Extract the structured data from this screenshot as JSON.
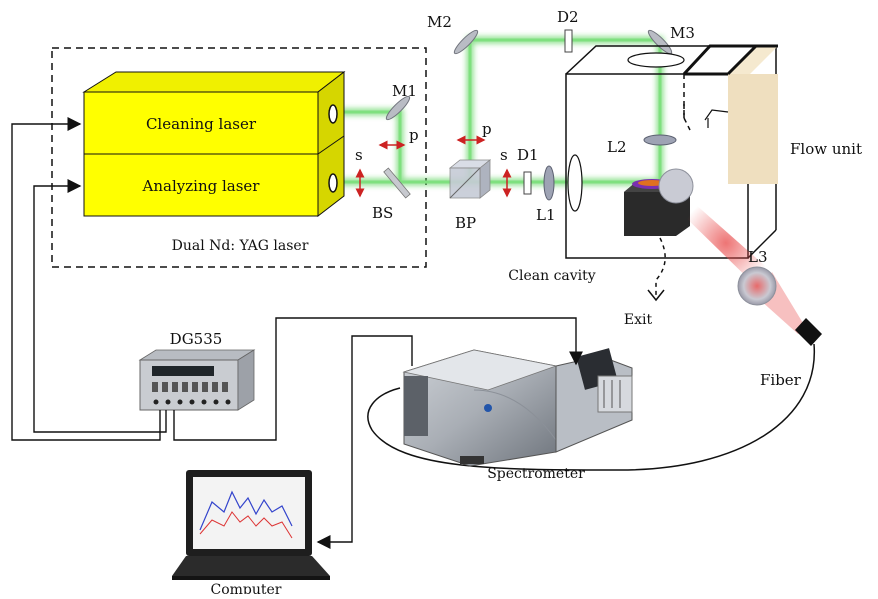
{
  "labels": {
    "cleaning_laser": "Cleaning laser",
    "analyzing_laser": "Analyzing laser",
    "dual_laser": "Dual Nd: YAG laser",
    "m1": "M1",
    "m2": "M2",
    "m3": "M3",
    "d1": "D1",
    "d2": "D2",
    "l1": "L1",
    "l2": "L2",
    "l3": "L3",
    "bs": "BS",
    "bp": "BP",
    "pol_p1": "p",
    "pol_s1": "s",
    "pol_p2": "p",
    "pol_s2": "s",
    "flow_unit": "Flow unit",
    "clean_cavity": "Clean cavity",
    "exit": "Exit",
    "dg535": "DG535",
    "spectrometer": "Spectrometer",
    "fiber": "Fiber",
    "computer": "Computer"
  },
  "colors": {
    "laser_body": "#ffff00",
    "laser_top": "#f2f200",
    "laser_side": "#d8d800",
    "green_beam": "#5fd35f",
    "red_beam": "#e84a4a",
    "polarization_arrow": "#cc2222"
  }
}
